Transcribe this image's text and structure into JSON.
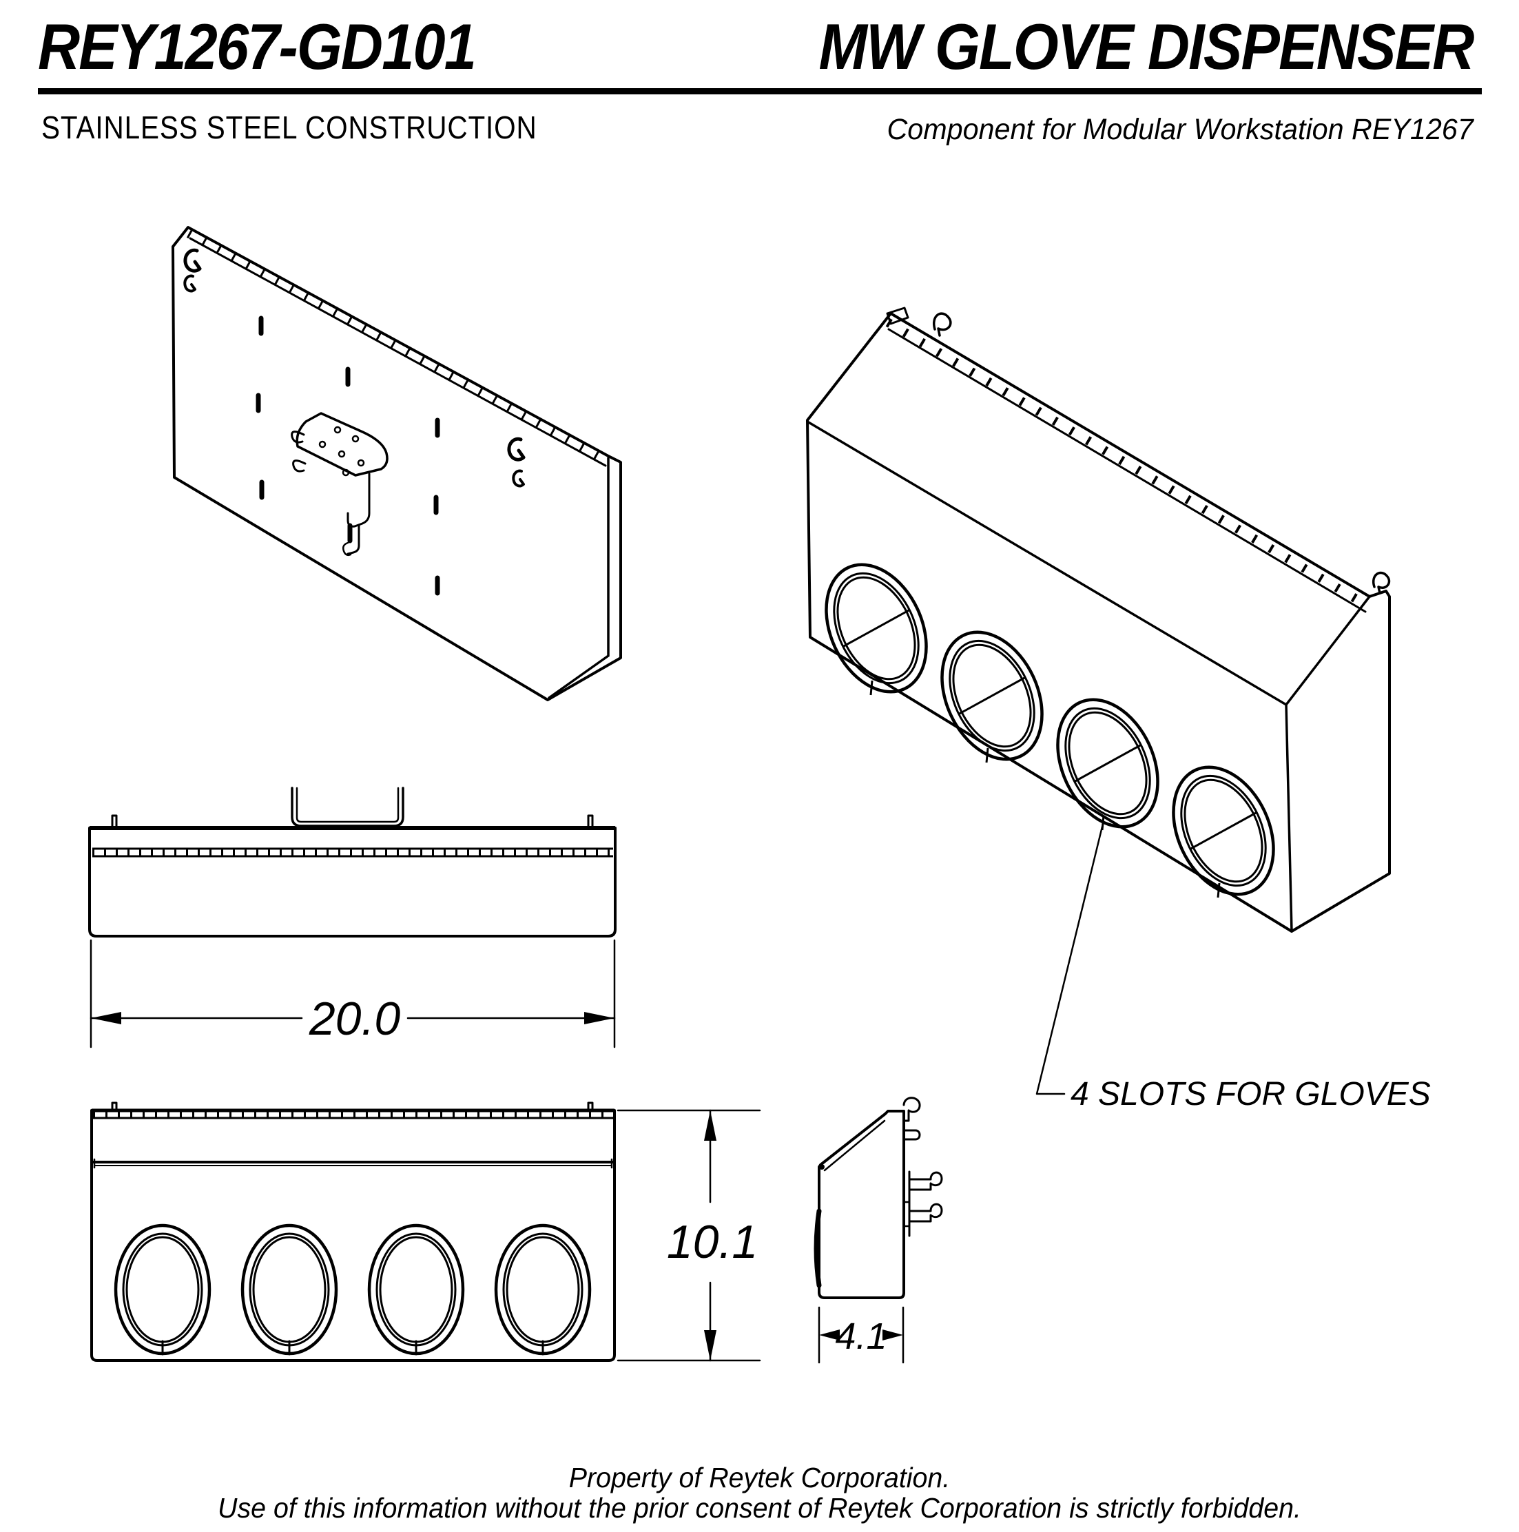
{
  "header": {
    "part_number": "REY1267-GD101",
    "product_title": "MW GLOVE DISPENSER",
    "material_note": "STAINLESS STEEL CONSTRUCTION",
    "component_note": "Component for Modular Workstation REY1267"
  },
  "drawing": {
    "slots_label": "4 SLOTS FOR GLOVES",
    "dim_width": "20.0",
    "dim_height": "10.1",
    "dim_depth": "4.1"
  },
  "footer": {
    "line1": "Property of Reytek Corporation.",
    "line2": "Use of this information without the prior consent of Reytek Corporation is strictly forbidden."
  }
}
